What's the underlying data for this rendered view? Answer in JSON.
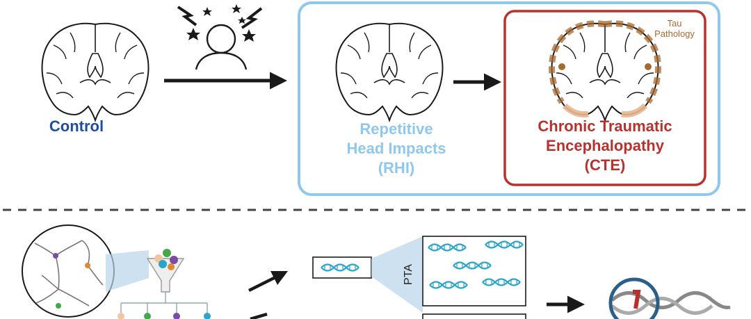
{
  "labels": {
    "control": "Control",
    "rhi": [
      "Repetitive",
      "Head Impacts",
      "(RHI)"
    ],
    "cte": [
      "Chronic Traumatic",
      "Encephalopathy",
      "(CTE)"
    ],
    "tau": [
      "Tau",
      "Pathology"
    ],
    "pta": "PTA"
  },
  "colors": {
    "control": "#1f4e9c",
    "rhi": "#8ec8ec",
    "cte": "#b8322d",
    "tau": "#a76a2e",
    "dna": "#2aa5c9",
    "arrow": "#1a1a1a"
  },
  "icons": [
    "brain-icon",
    "head-impact-icon",
    "neuron-icon",
    "dna-icon",
    "genome-target-icon"
  ]
}
